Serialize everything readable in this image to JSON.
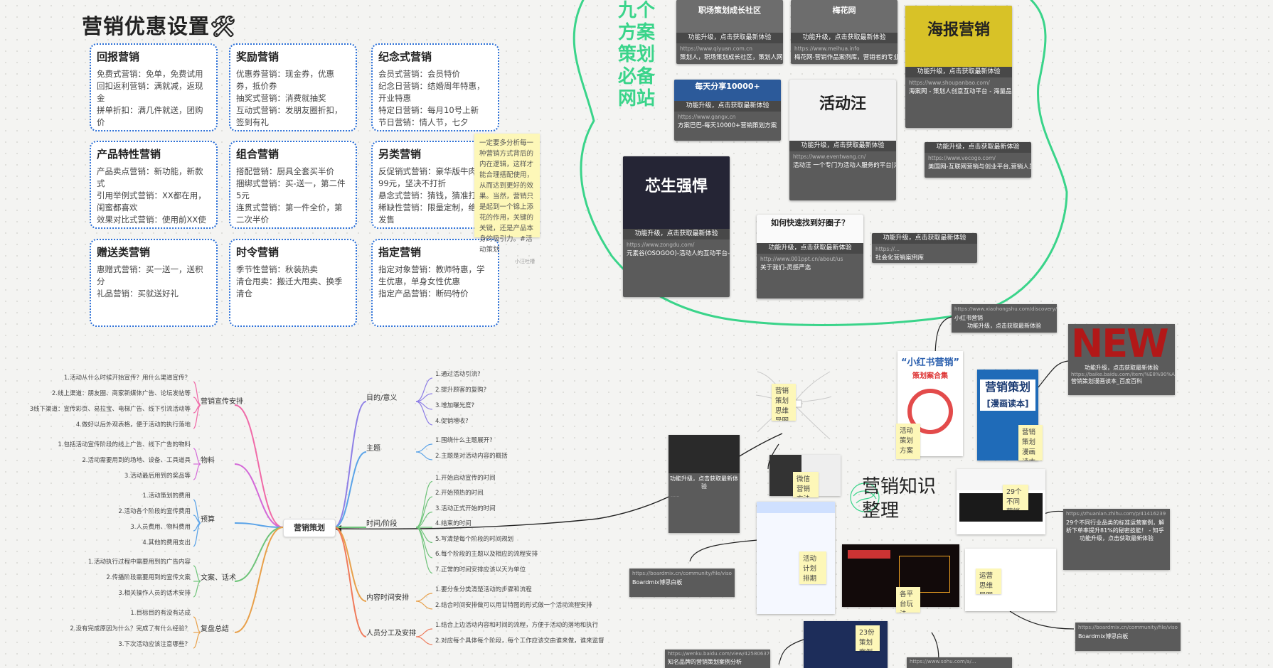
{
  "page_title": "营销优惠设置🛠",
  "promo_cards": [
    {
      "title": "回报营销",
      "lines": [
        "免费式营销：免单，免费试用",
        "回扣返利营销：满就减，返现金",
        "拼单折扣：满几件就送，团购价"
      ]
    },
    {
      "title": "奖励营销",
      "lines": [
        "优惠券营销：现金券，优惠券，抵价券",
        "抽奖式营销：消费就抽奖",
        "互动式营销：发朋友圈折扣，签到有礼"
      ]
    },
    {
      "title": "纪念式营销",
      "lines": [
        "会员式营销：会员特价",
        "纪念日营销：结婚周年特惠，开业特惠",
        "特定日营销：每月10号上新",
        "节日营销：情人节，七夕"
      ]
    },
    {
      "title": "产品特性营销",
      "lines": [
        "产品卖点营销：新功能，新款式",
        "引用举例式营销：XX都在用，闺蜜都喜欢",
        "效果对比式营销：使用前XX使用后N"
      ]
    },
    {
      "title": "组合营销",
      "lines": [
        "搭配营销：厨具全套买半价",
        "捆绑式营销：买-送一，第二件5元",
        "连贯式营销：第一件全价，第二次半价"
      ]
    },
    {
      "title": "另类营销",
      "lines": [
        "反促销式营销：豪华版牛肉面99元，坚决不打折",
        "悬念式营销：猜钱，猜准打折",
        "稀缺性营销：限量定制，绝版发售"
      ]
    },
    {
      "title": "赠送类营销",
      "lines": [
        "惠赠式营销：买一送一，送积分",
        "礼品营销：买就送好礼"
      ]
    },
    {
      "title": "时令营销",
      "lines": [
        "季节性营销：秋装热卖",
        "清仓甩卖：搬迁大甩卖、换季清仓"
      ]
    },
    {
      "title": "指定营销",
      "lines": [
        "指定对象营销：教师特惠，学生优惠，单身女性优惠",
        "指定产品营销：断码特价"
      ]
    }
  ],
  "sticky_note": {
    "text": "一定要多分析每一种营销方式背后的内在逻辑，这样才能合理搭配使用，从而达到更好的效果。当然，营销只是起到一个锦上添花的作用，关键的关键，还是产品本身的吸引力。#活动策划",
    "author": "小汪吐槽"
  },
  "hand_title": [
    "九个",
    "方案",
    "策划",
    "必备",
    "网站"
  ],
  "web_banner": "功能升级，点击获取最新体验",
  "web_cards": [
    {
      "header": "职场策划成长社区",
      "url": "https://www.qiyuan.com.cn",
      "title": "策划人，职场策划成长社区，策划人网",
      "thumb": "#6d6d6d"
    },
    {
      "header": "梅花网",
      "url": "https://www.meihua.info",
      "title": "梅花网-营销作品案例库，营销者的专业网站",
      "thumb": "#6d6d6d"
    },
    {
      "header": "海报营销",
      "url": "https://www.shoupanbao.com/",
      "title": "海案网 - 策划人创意互动平台 - 海量品牌策划活动策划方案PPT下载 - 海案网",
      "thumb": "#d8c227"
    },
    {
      "header": "每天分享10000+",
      "url": "https://www.gangx.cn",
      "title": "方案巴巴-每天10000+营销策划方案",
      "thumb": "#2c5a9a"
    },
    {
      "header": "活动汪",
      "url": "https://www.eventwang.cn/",
      "title": "活动汪 一个专门为活动人服务的平台|海量活动策划方案,活动设计可供下载",
      "thumb": "#f2f2f2"
    },
    {
      "header": "",
      "url": "https://www.vocogo.com/",
      "title": "美国网-互联网营销与创业平台,营销人员案例人员参考",
      "thumb": "#5b5b5b"
    },
    {
      "header": "芯生强悍",
      "url": "https://www.zongdu.com/",
      "title": "元素谷(OSOGOO)-活动人的互动平台-活动资讯设计策划方案服务",
      "thumb": "#252535"
    },
    {
      "header": "如何快速找到好圈子？",
      "url": "http://www.001ppt.cn/about/us",
      "title": "关于我们-灵感严选",
      "thumb": "#fafafa"
    },
    {
      "header": "",
      "url": "https://...",
      "title": "社会化营销案例库",
      "thumb": "#5b5b5b"
    }
  ],
  "mindmap": {
    "center": "营销策划",
    "left_branches": [
      {
        "name": "营销宣传安排",
        "items": [
          "1.活动从什么时候开始宣传？用什么渠道宣传？",
          "2.线上渠道：朋友圈、商家新媒体广告、论坛发帖等",
          "3线下渠道：宣传彩页、易拉宝、电梯广告、线下引流活动等",
          "4.做好以后外观表格，便于活动的执行落地"
        ]
      },
      {
        "name": "物料",
        "items": [
          "1.包括活动宣传阶段的线上广告、线下广告的物料",
          "2.活动需要用到的场地、设备、工具道具",
          "3.活动最后用到的奖品等"
        ]
      },
      {
        "name": "预算",
        "items": [
          "1.活动策划的费用",
          "2.活动各个阶段的宣传费用",
          "3.人员费用、物料费用",
          "4.其他的费用支出"
        ]
      },
      {
        "name": "文案、话术",
        "items": [
          "1.活动执行过程中需要用到的广告内容",
          "2.传播阶段需要用到的宣传文案",
          "3.相关操作人员的话术安排"
        ]
      },
      {
        "name": "复盘总结",
        "items": [
          "1.目标目的有没有达成",
          "2.没有完成原因为什么？完成了有什么经验？",
          "3.下次活动应该注意哪些？"
        ]
      }
    ],
    "right_branches": [
      {
        "name": "目的/意义",
        "items": [
          "1.通过活动引流?",
          "2.提升顾客的复购?",
          "3.增加曝光度?",
          "4.促销增收?"
        ]
      },
      {
        "name": "主题",
        "items": [
          "1.围绕什么主题展开?",
          "2.主题是对活动内容的概括"
        ]
      },
      {
        "name": "时间/阶段",
        "items": [
          "1.开始启动宣传的时间",
          "2.开始预热的时间",
          "3.活动正式开始的时间",
          "4.结束的时间",
          "5.写清楚每个阶段的时间规划",
          "6.每个阶段的主题以及相应的流程安排",
          "7.正常的时间安排应该以天为单位"
        ]
      },
      {
        "name": "内容时间安排",
        "items": [
          "1.要分条分类清楚活动的步骤和流程",
          "2.结合时间安排做可以用甘特图的形式做一个活动流程安排"
        ]
      },
      {
        "name": "人员分工及安排",
        "items": [
          "1.结合上边活动内容和时间的流程，方便于活动的落地和执行",
          "2.对应每个具体每个阶段，每个工作应该交由谁来做，谁来监督"
        ]
      }
    ]
  },
  "knowledge_title": "营销知识整理",
  "right_stickies": [
    {
      "text": "营销策划思维导图"
    },
    {
      "text": "活动策划方案"
    },
    {
      "text": "营销策划漫画读本"
    },
    {
      "text": "微信营销方法"
    },
    {
      "text": "29个不同营销方案"
    },
    {
      "text": "活动计划排期表"
    },
    {
      "text": "各平台玩法"
    },
    {
      "text": "运营思维导图"
    },
    {
      "text": "23份策划案例"
    }
  ],
  "right_cards": [
    {
      "url": "https://www.xiaohongshu.com/discovery/item",
      "title": "小红书营销"
    },
    {
      "url": "https://baike.baidu.com/item/%E8%90%A5",
      "title": "营销策划漫画读本_百度百科"
    },
    {
      "url": "https://zhuanlan.zhihu.com/p/41416239",
      "title": "29个不同行业品类的标准运营案例，解析下单率提升81%的秘密技能！ - 知乎"
    },
    {
      "url": "https://boardmix.cn/community/file/viso",
      "title": "Boardmix博思白板"
    },
    {
      "url": "https://boardmix.cn/community/file/viso",
      "title": "Boardmix博思白板"
    },
    {
      "url": "https://wenku.baidu.com/view/425806376",
      "title": "知名品牌的营销策划案例分析"
    },
    {
      "url": "https://www.sohu.com/a/...",
      "title": "搜狐"
    }
  ],
  "colors": {
    "accent_blue": "#2b6fd6",
    "hand_green": "#3ad48a",
    "sticky": "#fdf7b8",
    "card_dark": "#5b5b5b"
  }
}
